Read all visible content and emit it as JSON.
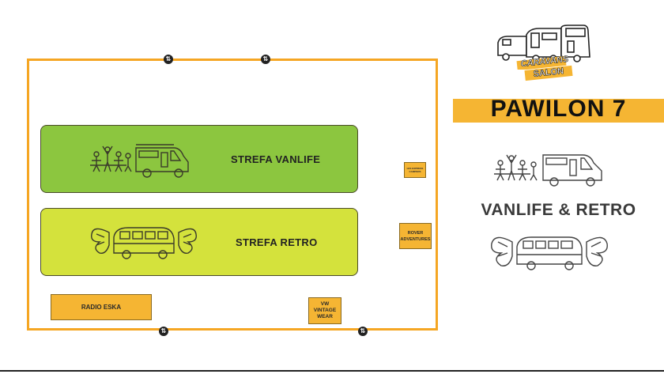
{
  "logo": {
    "line1": "CARAVANS",
    "line2": "SALON"
  },
  "pavilion": {
    "title": "PAWILON 7"
  },
  "legend": {
    "title": "VANLIFE & RETRO"
  },
  "zones": {
    "vanlife": {
      "label": "STREFA VANLIFE",
      "color": "#8cc63f"
    },
    "retro": {
      "label": "STREFA RETRO",
      "color": "#d4e23c"
    }
  },
  "booths": {
    "radio_eska": "RADIO ESKA",
    "vw_vintage_wear": [
      "VW",
      "VINTAGE",
      "WEAR"
    ],
    "rover_adventures": [
      "ROVER",
      "ADVENTURES"
    ],
    "campers": [
      "LES EXPRESS",
      "CAMPERS"
    ]
  },
  "colors": {
    "accent": "#f5b533",
    "hall_border": "#f5a623"
  },
  "icons": {
    "door": "double-arrow-door-icon",
    "people": "people-at-table-icon",
    "van": "camper-van-icon",
    "retro_van": "vw-bus-icon",
    "wings": "butterfly-wing-icon"
  }
}
